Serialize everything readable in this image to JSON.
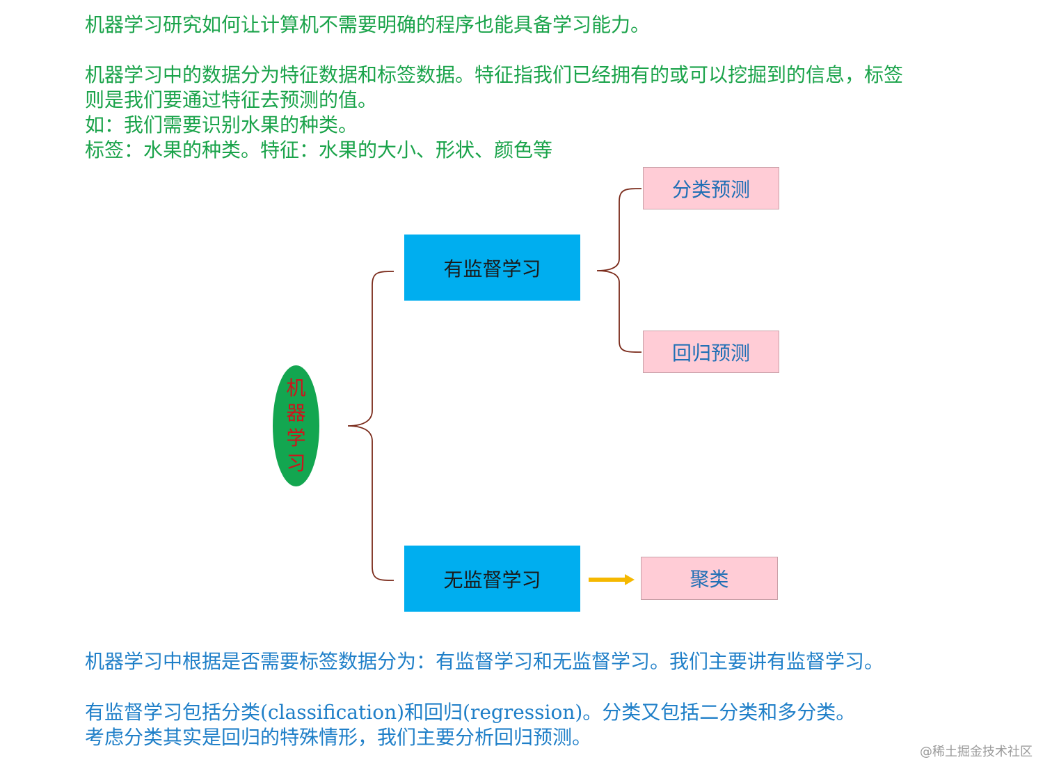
{
  "intro": {
    "line1": "机器学习研究如何让计算机不需要明确的程序也能具备学习能力。",
    "line2": "机器学习中的数据分为特征数据和标签数据。特征指我们已经拥有的或可以挖掘到的信息，标签",
    "line3": "则是我们要通过特征去预测的值。",
    "line4": "如：我们需要识别水果的种类。",
    "line5": "标签：水果的种类。特征：水果的大小、形状、颜色等"
  },
  "diagram": {
    "root": "机器学习",
    "supervised": "有监督学习",
    "unsupervised": "无监督学习",
    "classification": "分类预测",
    "regression": "回归预测",
    "clustering": "聚类"
  },
  "outro": {
    "line1": "机器学习中根据是否需要标签数据分为：有监督学习和无监督学习。我们主要讲有监督学习。",
    "line2": "有监督学习包括分类(classification)和回归(regression)。分类又包括二分类和多分类。",
    "line3": "考虑分类其实是回归的特殊情形，我们主要分析回归预测。"
  },
  "watermark": "@稀土掘金技术社区",
  "colors": {
    "intro_text": "#1aa34a",
    "outro_text": "#1f7fc8",
    "root_fill": "#13a650",
    "root_text": "#d0121b",
    "branch_fill": "#00aeef",
    "leaf_fill": "#ffccd6",
    "bracket": "#7a2a1a",
    "arrow": "#f5b800"
  }
}
